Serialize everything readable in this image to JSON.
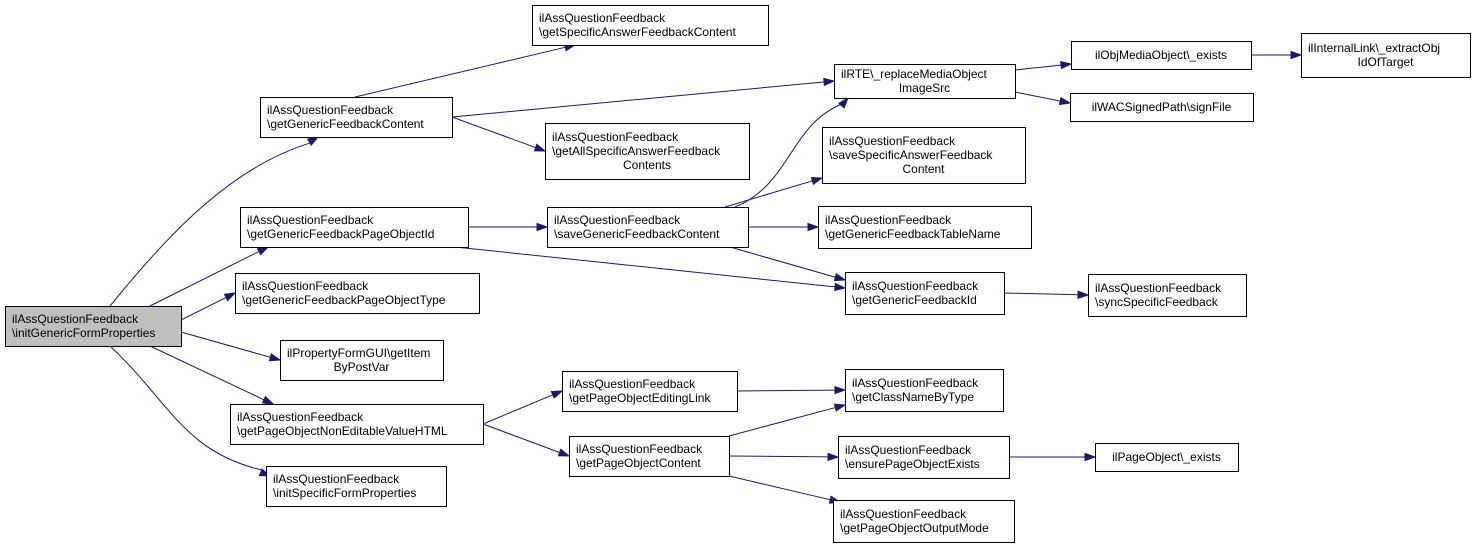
{
  "colors": {
    "edge": "#191970",
    "root_fill": "#bfbfbf",
    "node_fill": "#ffffff"
  },
  "nodes": {
    "root": [
      "ilAssQuestionFeedback",
      "\\initGenericFormProperties"
    ],
    "getGenericFeedbackContent": [
      "ilAssQuestionFeedback",
      "\\getGenericFeedbackContent"
    ],
    "getGenericFeedbackPageObjectId": [
      "ilAssQuestionFeedback",
      "\\getGenericFeedbackPageObjectId"
    ],
    "getGenericFeedbackPageObjectType": [
      "ilAssQuestionFeedback",
      "\\getGenericFeedbackPageObjectType"
    ],
    "getItemByPostVar": [
      "ilPropertyFormGUI\\getItem",
      "ByPostVar"
    ],
    "getPageObjectNonEditableValueHTML": [
      "ilAssQuestionFeedback",
      "\\getPageObjectNonEditableValueHTML"
    ],
    "initSpecificFormProperties": [
      "ilAssQuestionFeedback",
      "\\initSpecificFormProperties"
    ],
    "getSpecificAnswerFeedbackContent": [
      "ilAssQuestionFeedback",
      "\\getSpecificAnswerFeedbackContent"
    ],
    "getAllSpecificAnswerFeedbackContents": [
      "ilAssQuestionFeedback",
      "\\getAllSpecificAnswerFeedback",
      "Contents"
    ],
    "saveGenericFeedbackContent": [
      "ilAssQuestionFeedback",
      "\\saveGenericFeedbackContent"
    ],
    "getPageObjectEditingLink": [
      "ilAssQuestionFeedback",
      "\\getPageObjectEditingLink"
    ],
    "getPageObjectContent": [
      "ilAssQuestionFeedback",
      "\\getPageObjectContent"
    ],
    "replaceMediaObjectImageSrc": [
      "ilRTE\\_replaceMediaObject",
      "ImageSrc"
    ],
    "saveSpecificAnswerFeedbackContent": [
      "ilAssQuestionFeedback",
      "\\saveSpecificAnswerFeedback",
      "Content"
    ],
    "getGenericFeedbackTableName": [
      "ilAssQuestionFeedback",
      "\\getGenericFeedbackTableName"
    ],
    "getGenericFeedbackId": [
      "ilAssQuestionFeedback",
      "\\getGenericFeedbackId"
    ],
    "getClassNameByType": [
      "ilAssQuestionFeedback",
      "\\getClassNameByType"
    ],
    "ensurePageObjectExists": [
      "ilAssQuestionFeedback",
      "\\ensurePageObjectExists"
    ],
    "getPageObjectOutputMode": [
      "ilAssQuestionFeedback",
      "\\getPageObjectOutputMode"
    ],
    "ilObjMediaObjectExists": [
      "ilObjMediaObject\\_exists"
    ],
    "ilWACSignedPathSignFile": [
      "ilWACSignedPath\\signFile"
    ],
    "syncSpecificFeedback": [
      "ilAssQuestionFeedback",
      "\\syncSpecificFeedback"
    ],
    "ilPageObjectExists": [
      "ilPageObject\\_exists"
    ],
    "extractObjIdOfTarget": [
      "ilInternalLink\\_extractObj",
      "IdOfTarget"
    ]
  },
  "edges": [
    [
      "root",
      "getGenericFeedbackContent"
    ],
    [
      "root",
      "getGenericFeedbackPageObjectId"
    ],
    [
      "root",
      "getGenericFeedbackPageObjectType"
    ],
    [
      "root",
      "getItemByPostVar"
    ],
    [
      "root",
      "getPageObjectNonEditableValueHTML"
    ],
    [
      "root",
      "initSpecificFormProperties"
    ],
    [
      "getGenericFeedbackContent",
      "getSpecificAnswerFeedbackContent"
    ],
    [
      "getGenericFeedbackContent",
      "getAllSpecificAnswerFeedbackContents"
    ],
    [
      "getGenericFeedbackContent",
      "replaceMediaObjectImageSrc"
    ],
    [
      "getGenericFeedbackPageObjectId",
      "saveGenericFeedbackContent"
    ],
    [
      "getGenericFeedbackPageObjectId",
      "getGenericFeedbackId"
    ],
    [
      "saveGenericFeedbackContent",
      "replaceMediaObjectImageSrc"
    ],
    [
      "saveGenericFeedbackContent",
      "saveSpecificAnswerFeedbackContent"
    ],
    [
      "saveGenericFeedbackContent",
      "getGenericFeedbackTableName"
    ],
    [
      "saveGenericFeedbackContent",
      "getGenericFeedbackId"
    ],
    [
      "getPageObjectNonEditableValueHTML",
      "getPageObjectEditingLink"
    ],
    [
      "getPageObjectNonEditableValueHTML",
      "getPageObjectContent"
    ],
    [
      "getPageObjectEditingLink",
      "getClassNameByType"
    ],
    [
      "getPageObjectContent",
      "getClassNameByType"
    ],
    [
      "getPageObjectContent",
      "ensurePageObjectExists"
    ],
    [
      "getPageObjectContent",
      "getPageObjectOutputMode"
    ],
    [
      "replaceMediaObjectImageSrc",
      "ilObjMediaObjectExists"
    ],
    [
      "replaceMediaObjectImageSrc",
      "ilWACSignedPathSignFile"
    ],
    [
      "ilObjMediaObjectExists",
      "extractObjIdOfTarget"
    ],
    [
      "getGenericFeedbackId",
      "syncSpecificFeedback"
    ],
    [
      "ensurePageObjectExists",
      "ilPageObjectExists"
    ]
  ]
}
